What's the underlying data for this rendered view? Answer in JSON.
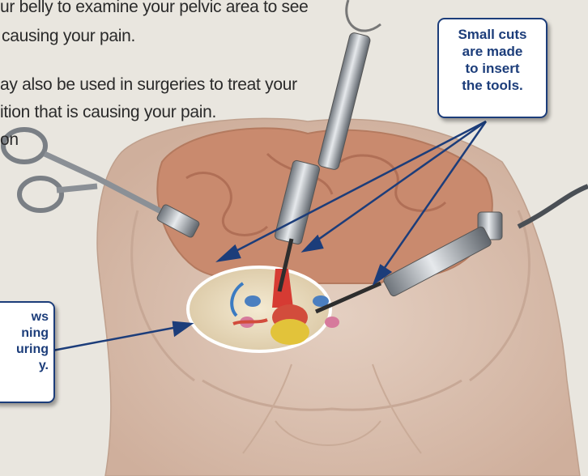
{
  "body_text": {
    "line1": "ur belly to examine your pelvic area to see",
    "line2": "causing  your pain.",
    "line3": "ay also be used in surgeries to treat your",
    "line4": "ition that is causing your pain.",
    "line5": "on"
  },
  "callouts": {
    "small_cuts": {
      "lines": [
        "Small cuts",
        "are made",
        "to insert",
        "the tools."
      ]
    },
    "view": {
      "lines": [
        "ws",
        "ning",
        "uring",
        "y."
      ]
    }
  },
  "colors": {
    "background": "#e9e6df",
    "callout_border": "#1c3d7a",
    "callout_text": "#1c3d7a",
    "arrow": "#1c3d7a",
    "skin": "#dcc4b6",
    "organs": "#c98a6e"
  }
}
